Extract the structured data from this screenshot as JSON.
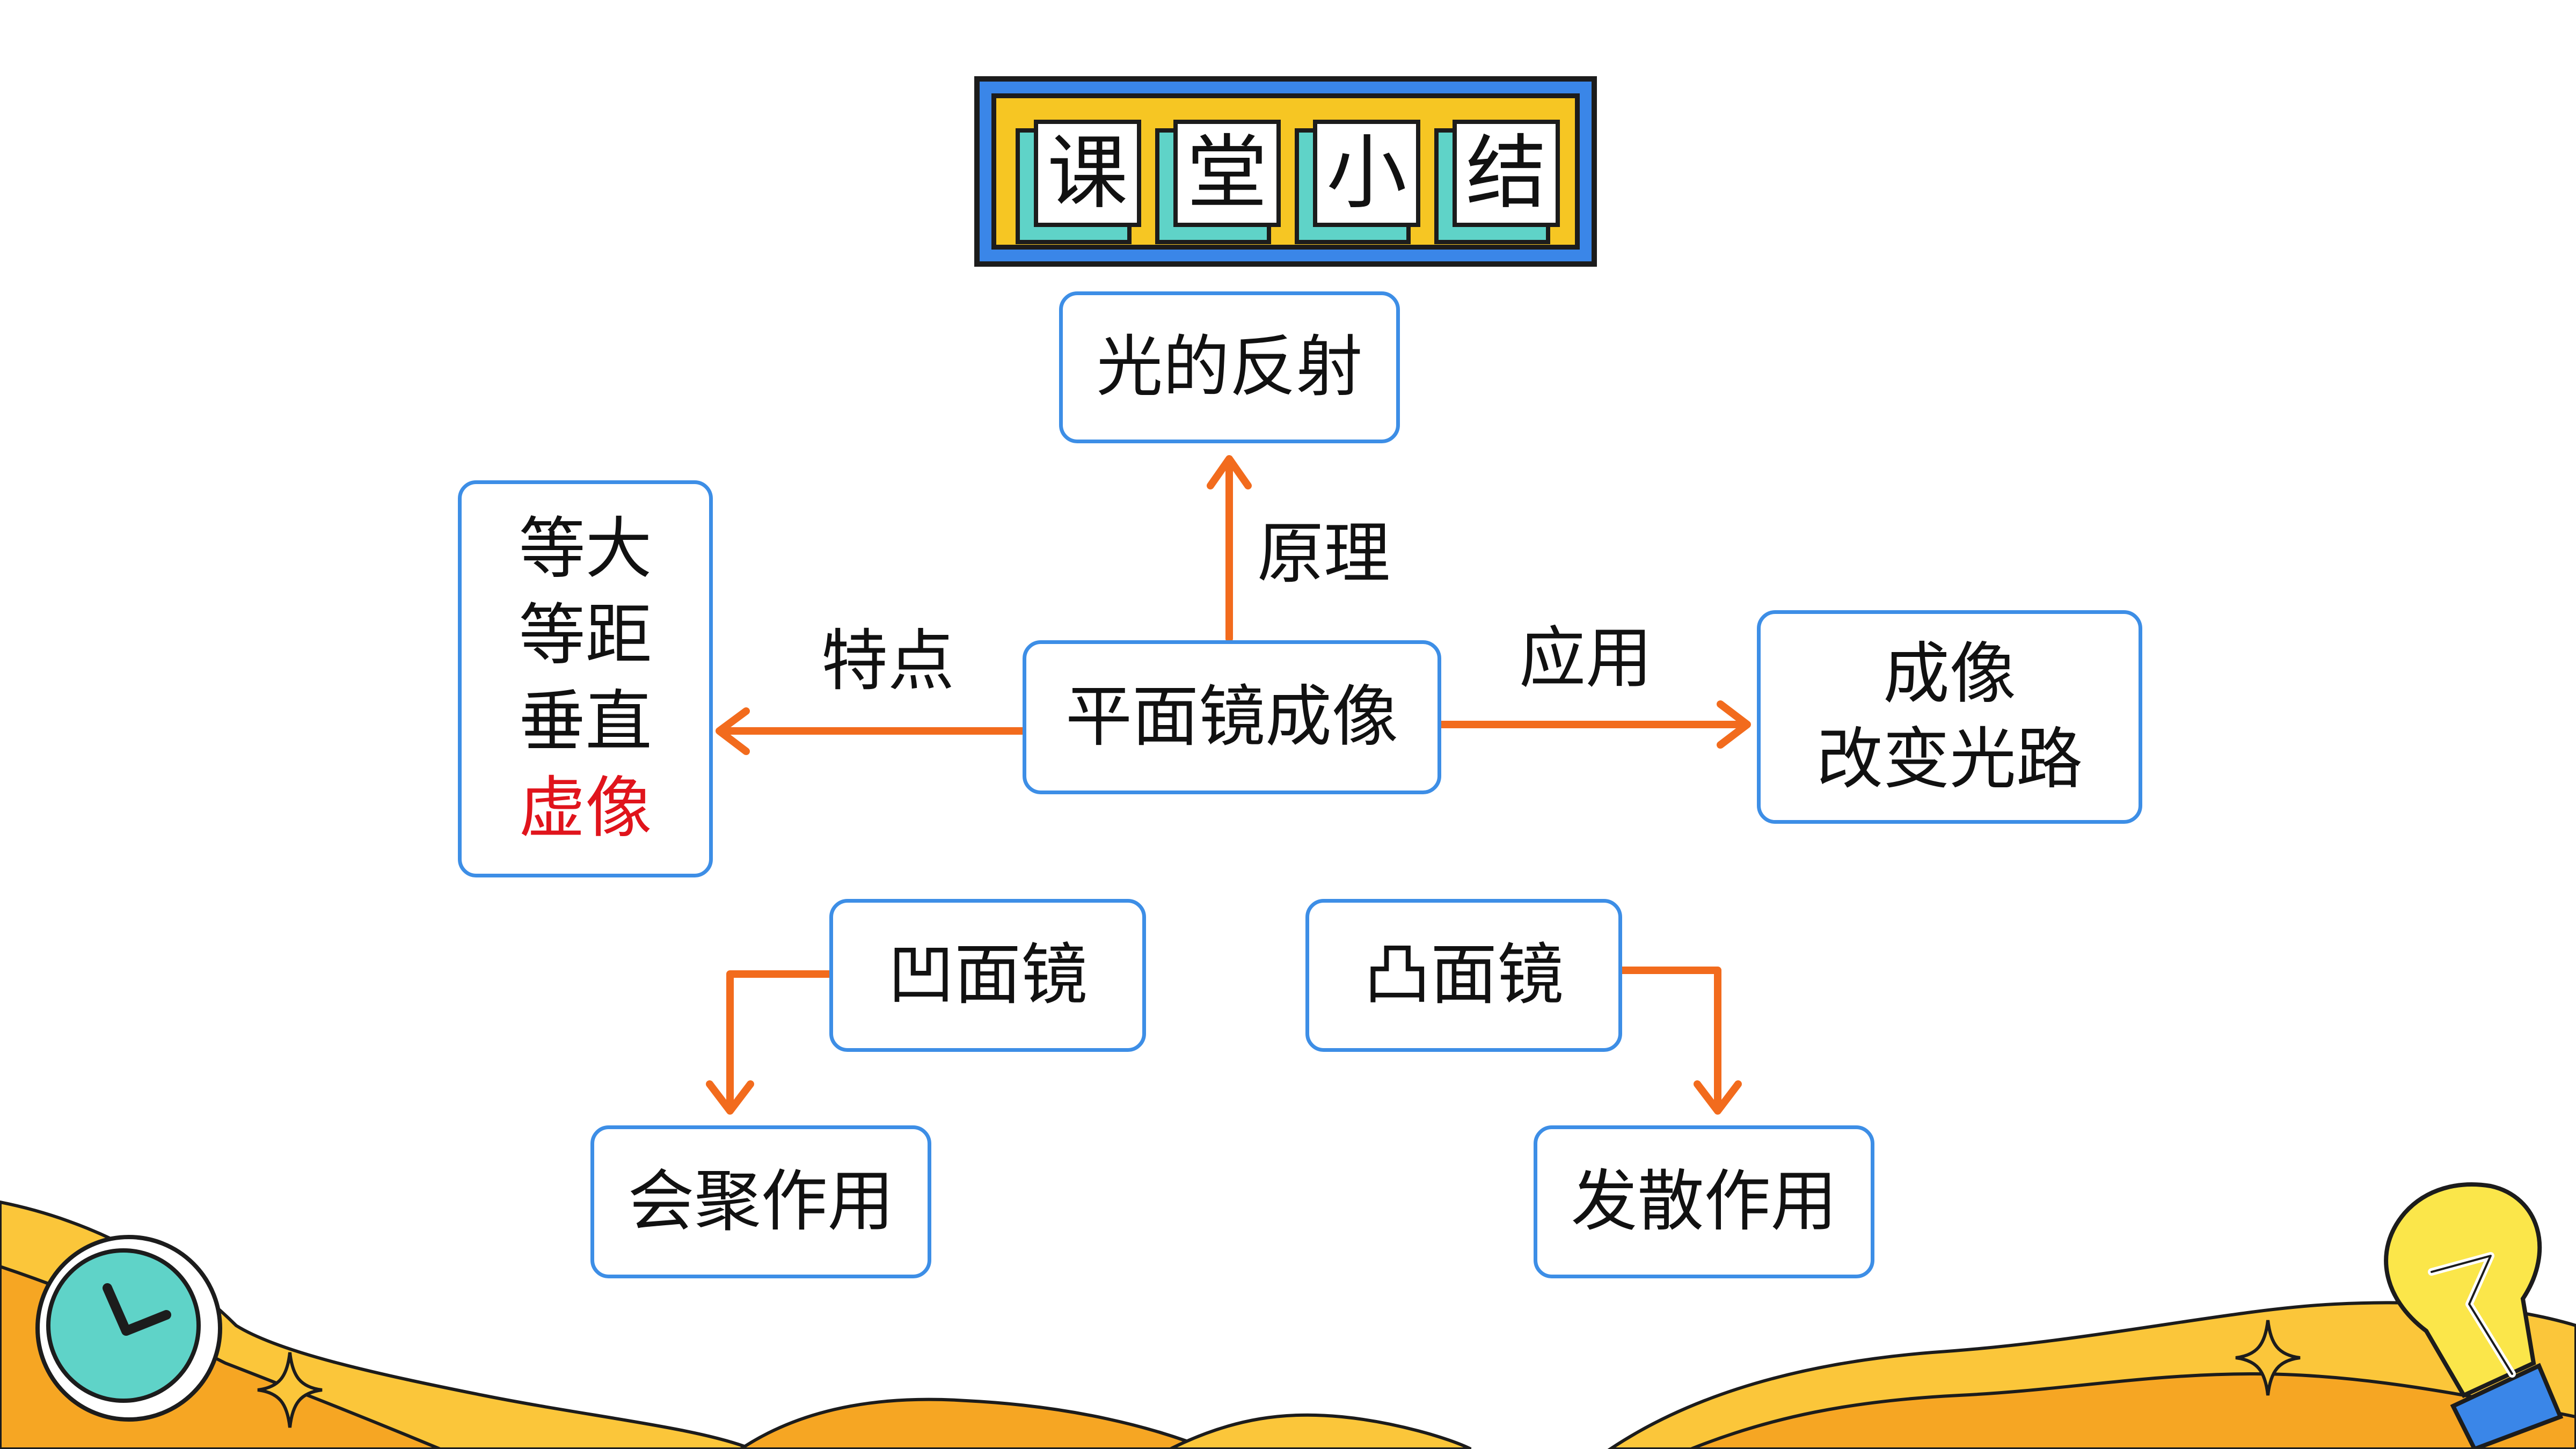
{
  "title": {
    "chars": [
      "课",
      "堂",
      "小",
      "结"
    ]
  },
  "diagram": {
    "center": "平面镜成像",
    "top_box": "光的反射",
    "left_box": {
      "lines": [
        "等大",
        "等距",
        "垂直"
      ],
      "highlight": "虚像"
    },
    "right_box": {
      "lines": [
        "成像",
        "改变光路"
      ]
    },
    "concave": "凹面镜",
    "concave_result": "会聚作用",
    "convex": "凸面镜",
    "convex_result": "发散作用",
    "labels": {
      "principle": "原理",
      "feature": "特点",
      "application": "应用"
    }
  },
  "colors": {
    "box_border": "#3d8ee6",
    "arrow": "#f26b1d",
    "highlight_text": "#e0141c",
    "banner_outer": "#3a86e8",
    "banner_inner": "#f6c623",
    "tile_side": "#5fd3c8",
    "decor_orange": "#f6a623",
    "decor_yellow": "#fbc63a"
  },
  "decor": {
    "left_icon": "clock-icon",
    "right_icon": "lightbulb-icon",
    "sparkle_icon": "sparkle-icon"
  }
}
